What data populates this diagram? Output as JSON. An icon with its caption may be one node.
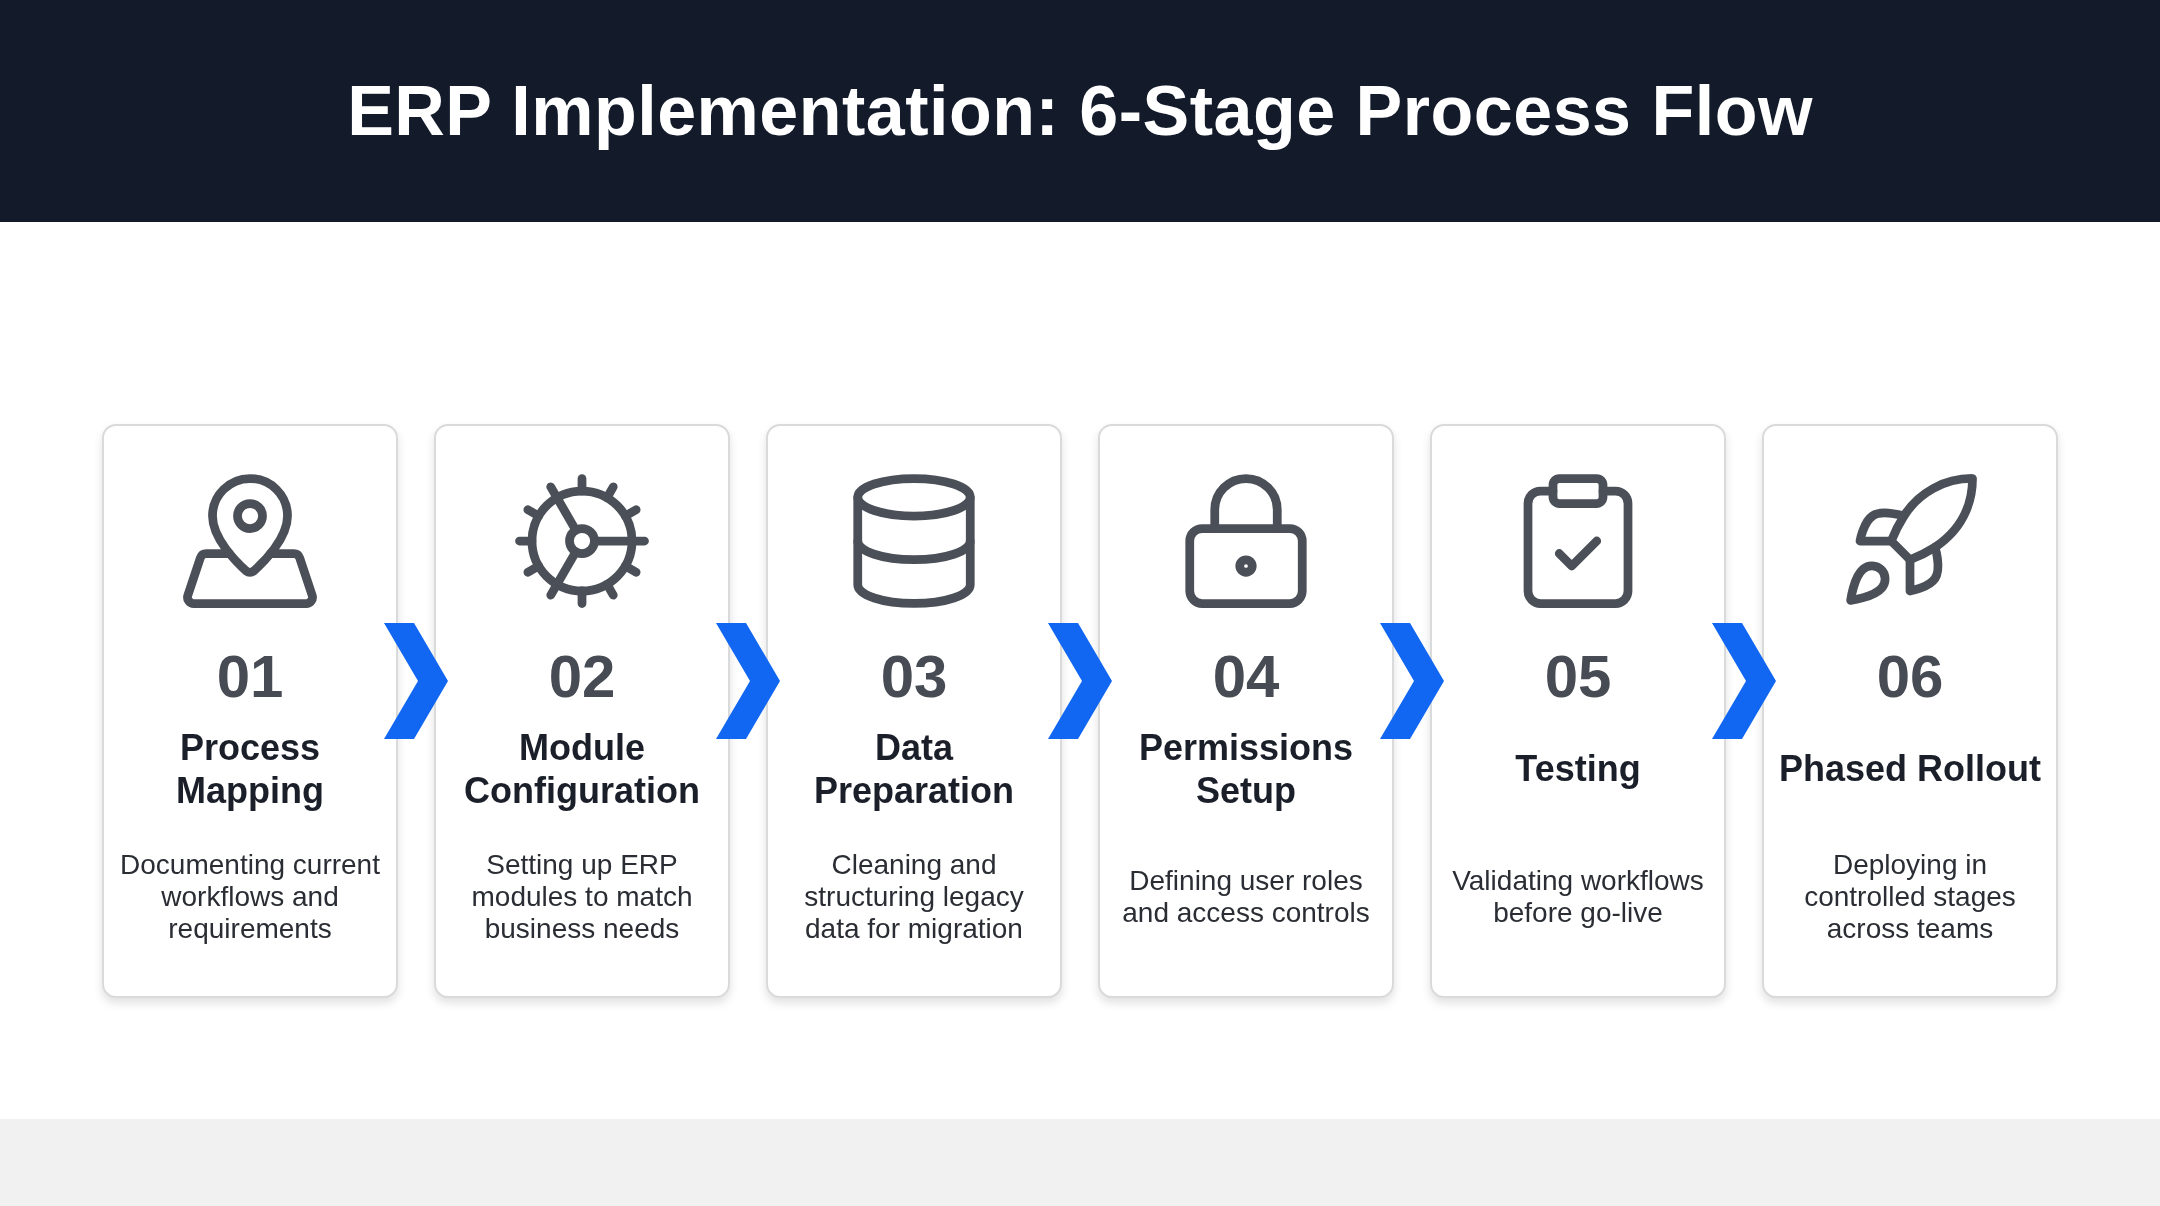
{
  "diagram": {
    "title": "ERP Implementation: 6-Stage Process Flow",
    "nodes": [
      {
        "text": [
          "01",
          "Process Mapping",
          "Documenting current workflows and requirements"
        ]
      },
      {
        "text": [
          "02",
          "Module Configuration",
          "Setting up ERP modules to match business needs"
        ]
      },
      {
        "text": [
          "03",
          "Data Preparation",
          "Cleaning and structuring legacy data for migration"
        ]
      },
      {
        "text": [
          "04",
          "Permissions Setup",
          "Defining user roles and access controls"
        ]
      },
      {
        "text": [
          "05",
          "Testing",
          "Validating workflows before go-live"
        ]
      },
      {
        "text": [
          "06",
          "Phased Rollout",
          "Deploying in controlled stages across teams"
        ]
      }
    ],
    "edges": [
      {
        "from": 0,
        "to": 1,
        "arrow": "to"
      },
      {
        "from": 1,
        "to": 2,
        "arrow": "to"
      },
      {
        "from": 2,
        "to": 3,
        "arrow": "to"
      },
      {
        "from": 3,
        "to": 4,
        "arrow": "to"
      },
      {
        "from": 4,
        "to": 5,
        "arrow": "to"
      }
    ]
  }
}
